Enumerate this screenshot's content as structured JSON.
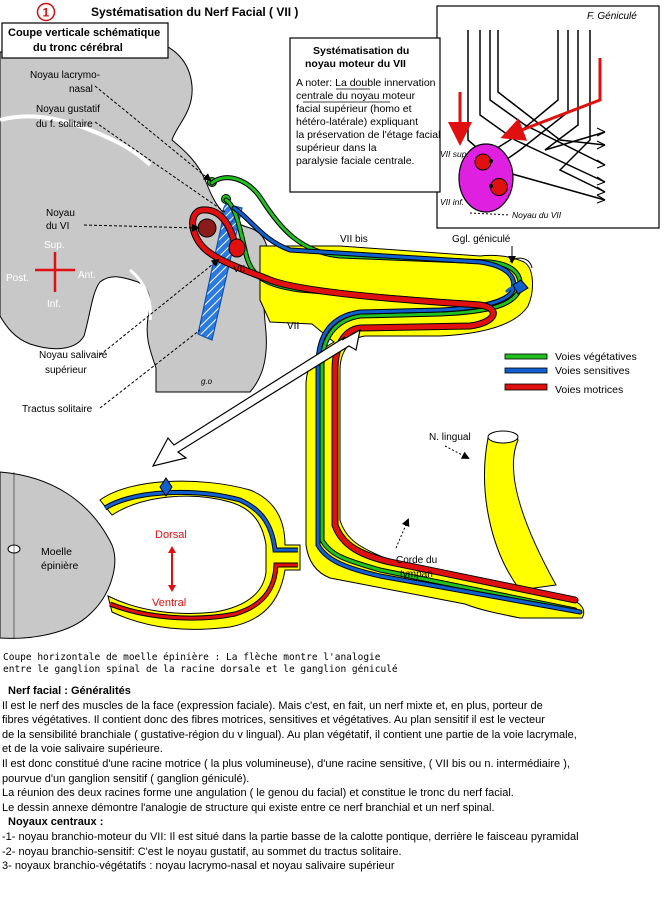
{
  "header": {
    "number": "1",
    "title": "Systématisation du Nerf Facial ( VII )"
  },
  "section_box": {
    "line1": "Coupe verticale schématique",
    "line2": "du tronc    cérébral"
  },
  "inset": {
    "corner_label": "F. Géniculé",
    "title1": "Systématisation du",
    "title2": "noyau moteur du VII",
    "note_lines": [
      "A noter: La double innervation",
      "centrale  du noyau moteur",
      "facial supérieur (homo et",
      "hétéro-latérale) expliquant",
      "la préservation  de l'étage facial",
      "supérieur dans la",
      "paralysie faciale centrale."
    ],
    "label_sup": "VII sup.",
    "label_inf": "VII inf.",
    "label_noyau": "Noyau du  VII"
  },
  "labels": {
    "lacrymo": [
      "Noyau lacrymo-",
      "nasal"
    ],
    "gustatif": [
      "Noyau gustatif",
      "du f. solitaire"
    ],
    "noyau_vi": [
      "Noyau",
      "du VI"
    ],
    "sup": "Sup.",
    "post": "Post.",
    "ant": "Ant.",
    "inf": "Inf.",
    "vii_center": "VII",
    "vii_bis": "VII bis",
    "vii_lower": "VII",
    "ggl": "Ggl. géniculé",
    "salivaire": [
      "Noyau salivaire",
      "supérieur"
    ],
    "tractus": "Tractus solitaire",
    "signature": "g.o",
    "n_lingual": "N. lingual",
    "corde": [
      "Corde du",
      "tympan"
    ],
    "moelle": [
      "Moelle",
      "épinière"
    ],
    "dorsal": "Dorsal",
    "ventral": "Ventral"
  },
  "legend": [
    {
      "label": "Voies végétatives",
      "color": "#20c020"
    },
    {
      "label": "Voies sensitives",
      "color": "#1060d0"
    },
    {
      "label": "Voies motrices",
      "color": "#e01010"
    }
  ],
  "caption": [
    "Coupe horizontale de moelle épinière :  La flèche montre l'analogie",
    "entre le ganglion spinal de la racine dorsale et le ganglion géniculé"
  ],
  "text": {
    "h1": "Nerf facial : Généralités",
    "p1": "Il est le nerf des muscles de la face (expression faciale). Mais c'est, en fait, un nerf mixte et, en plus,  porteur de",
    "p2": "fibres végétatives. Il contient donc des fibres motrices, sensitives et végétatives. Au plan  sensitif il est  le vecteur",
    "p3": "de la sensibilité branchiale ( gustative-région du v lingual).    Au plan végétatif, il contient une partie de la voie lacrymale,",
    "p4": " et de la voie salivaire supérieure.",
    "p5": "Il est donc constitué d'une racine motrice ( la plus volumineuse), d'une racine sensitive,  ( VII bis ou n. intermédiaire ),",
    "p6": " pourvue d'un ganglion sensitif ( ganglion  géniculé).",
    "p7": " La réunion des deux racines forme une angulation  ( le genou  du facial)   et constitue  le tronc du nerf facial.",
    "p8": " Le dessin annexe démontre l'analogie de structure qui existe entre ce nerf branchial  et un nerf spinal.",
    "h2": "Noyaux centraux :",
    "p9": "-1- noyau branchio-moteur du VII: Il est situé dans la partie basse de la calotte pontique, derrière le faisceau pyramidal",
    "p10": "-2- noyau branchio-sensitif: C'est le noyau gustatif, au sommet du tractus solitaire.",
    "p11": " 3- noyaux branchio-végétatifs : noyau lacrymo-nasal et noyau salivaire supérieur"
  }
}
